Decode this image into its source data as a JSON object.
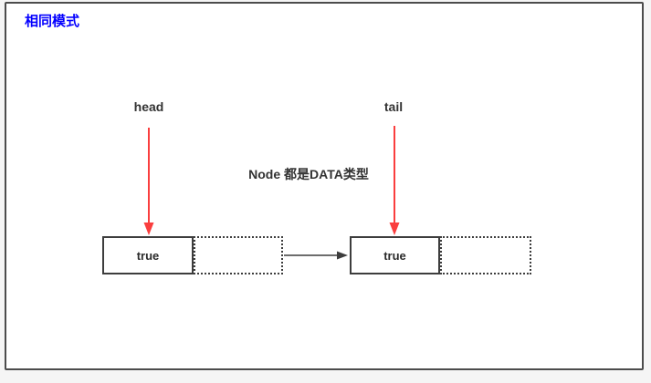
{
  "page": {
    "title": "相同模式"
  },
  "diagram": {
    "head_label": "head",
    "tail_label": "tail",
    "note": "Node 都是DATA类型",
    "nodes": [
      {
        "value": "true"
      },
      {
        "value": "true"
      }
    ],
    "colors": {
      "title_blue": "#0400ff",
      "arrow_red": "#fa3e3e",
      "line_dark": "#3d3d3d",
      "frame_border": "#4c4c4c",
      "canvas_bg": "#ffffff"
    }
  }
}
